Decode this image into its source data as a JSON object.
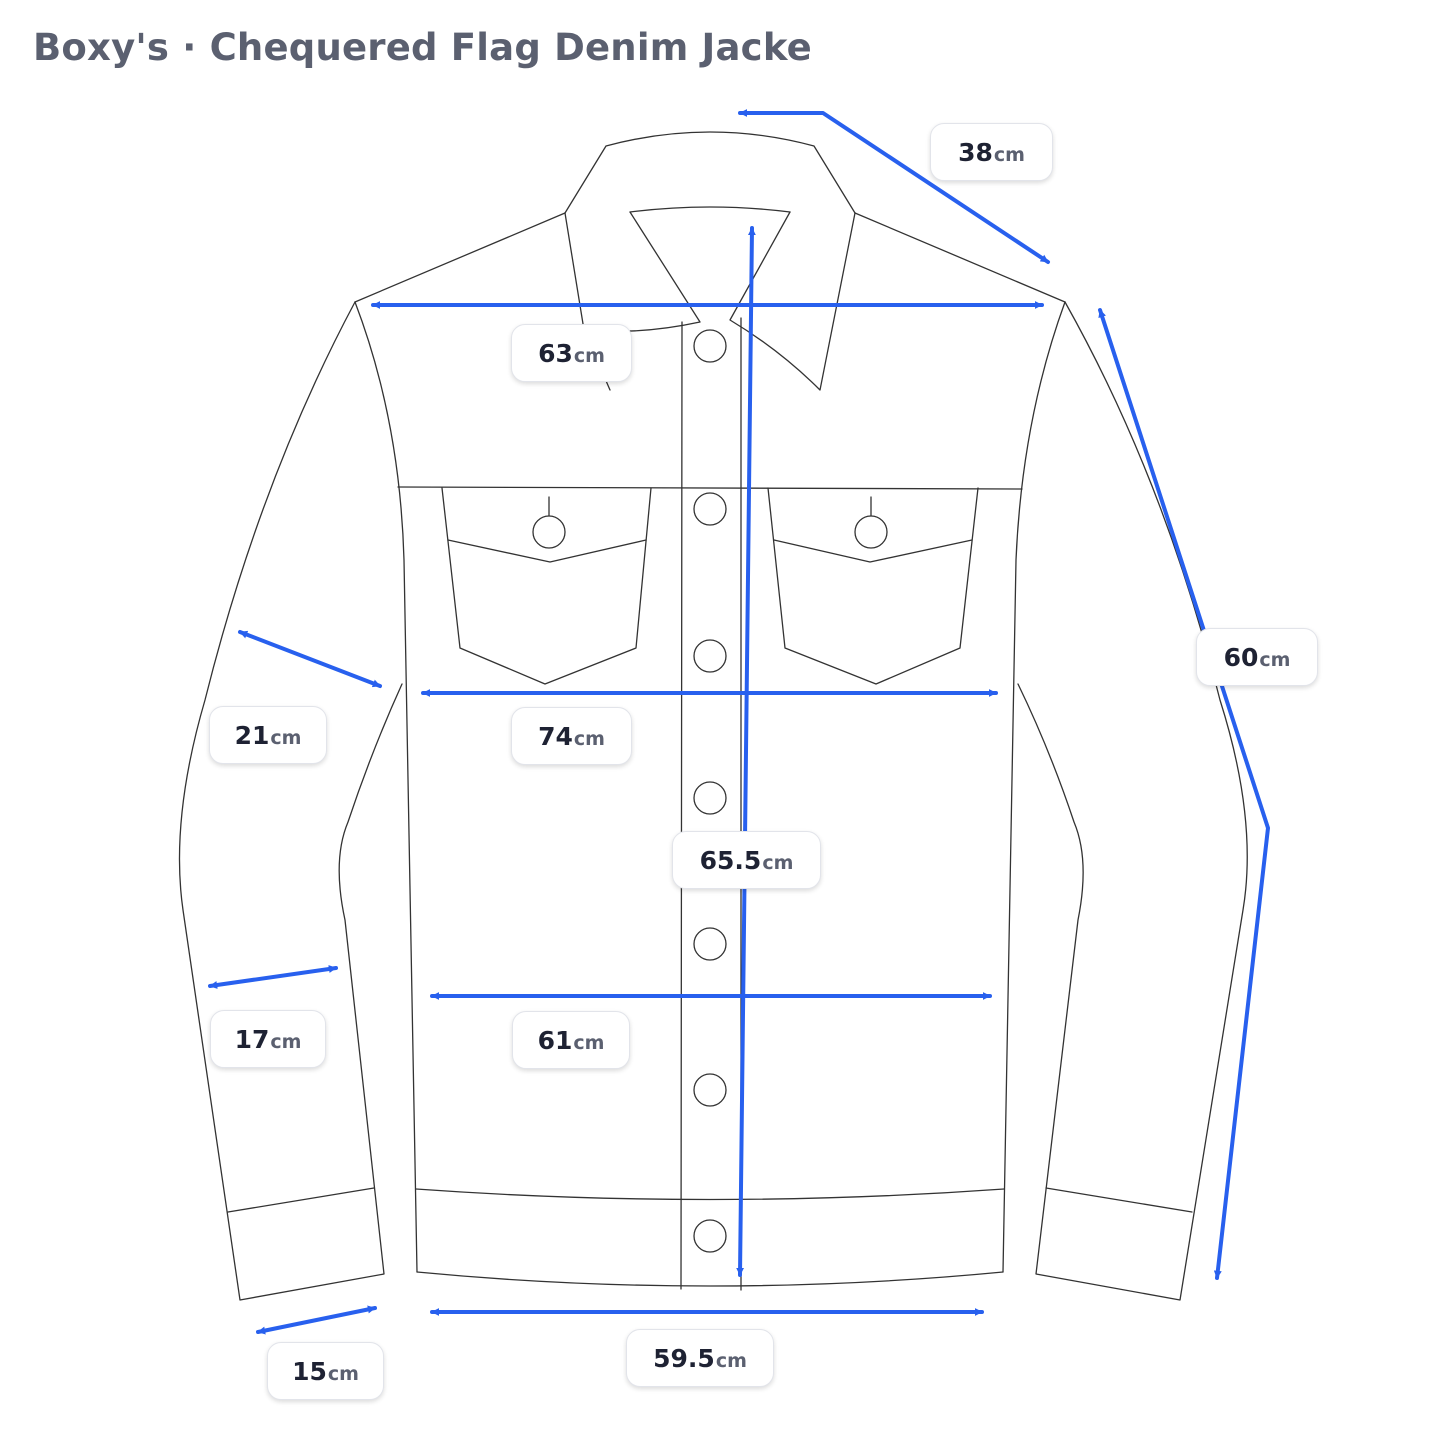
{
  "title": "Boxy's · Chequered Flag Denim Jacke",
  "colors": {
    "arrow": "#2860ee",
    "outline": "#333333",
    "title": "#5b6070",
    "value_text": "#1e2233"
  },
  "measurements": [
    {
      "id": "shoulder-to-neck",
      "value": "38",
      "unit": "cm"
    },
    {
      "id": "shoulder-width",
      "value": "63",
      "unit": "cm"
    },
    {
      "id": "sleeve-length",
      "value": "60",
      "unit": "cm"
    },
    {
      "id": "upper-arm",
      "value": "21",
      "unit": "cm"
    },
    {
      "id": "chest-width",
      "value": "74",
      "unit": "cm"
    },
    {
      "id": "body-length",
      "value": "65.5",
      "unit": "cm"
    },
    {
      "id": "forearm",
      "value": "17",
      "unit": "cm"
    },
    {
      "id": "waist-width",
      "value": "61",
      "unit": "cm"
    },
    {
      "id": "cuff-width",
      "value": "15",
      "unit": "cm"
    },
    {
      "id": "hem-width",
      "value": "59.5",
      "unit": "cm"
    }
  ]
}
